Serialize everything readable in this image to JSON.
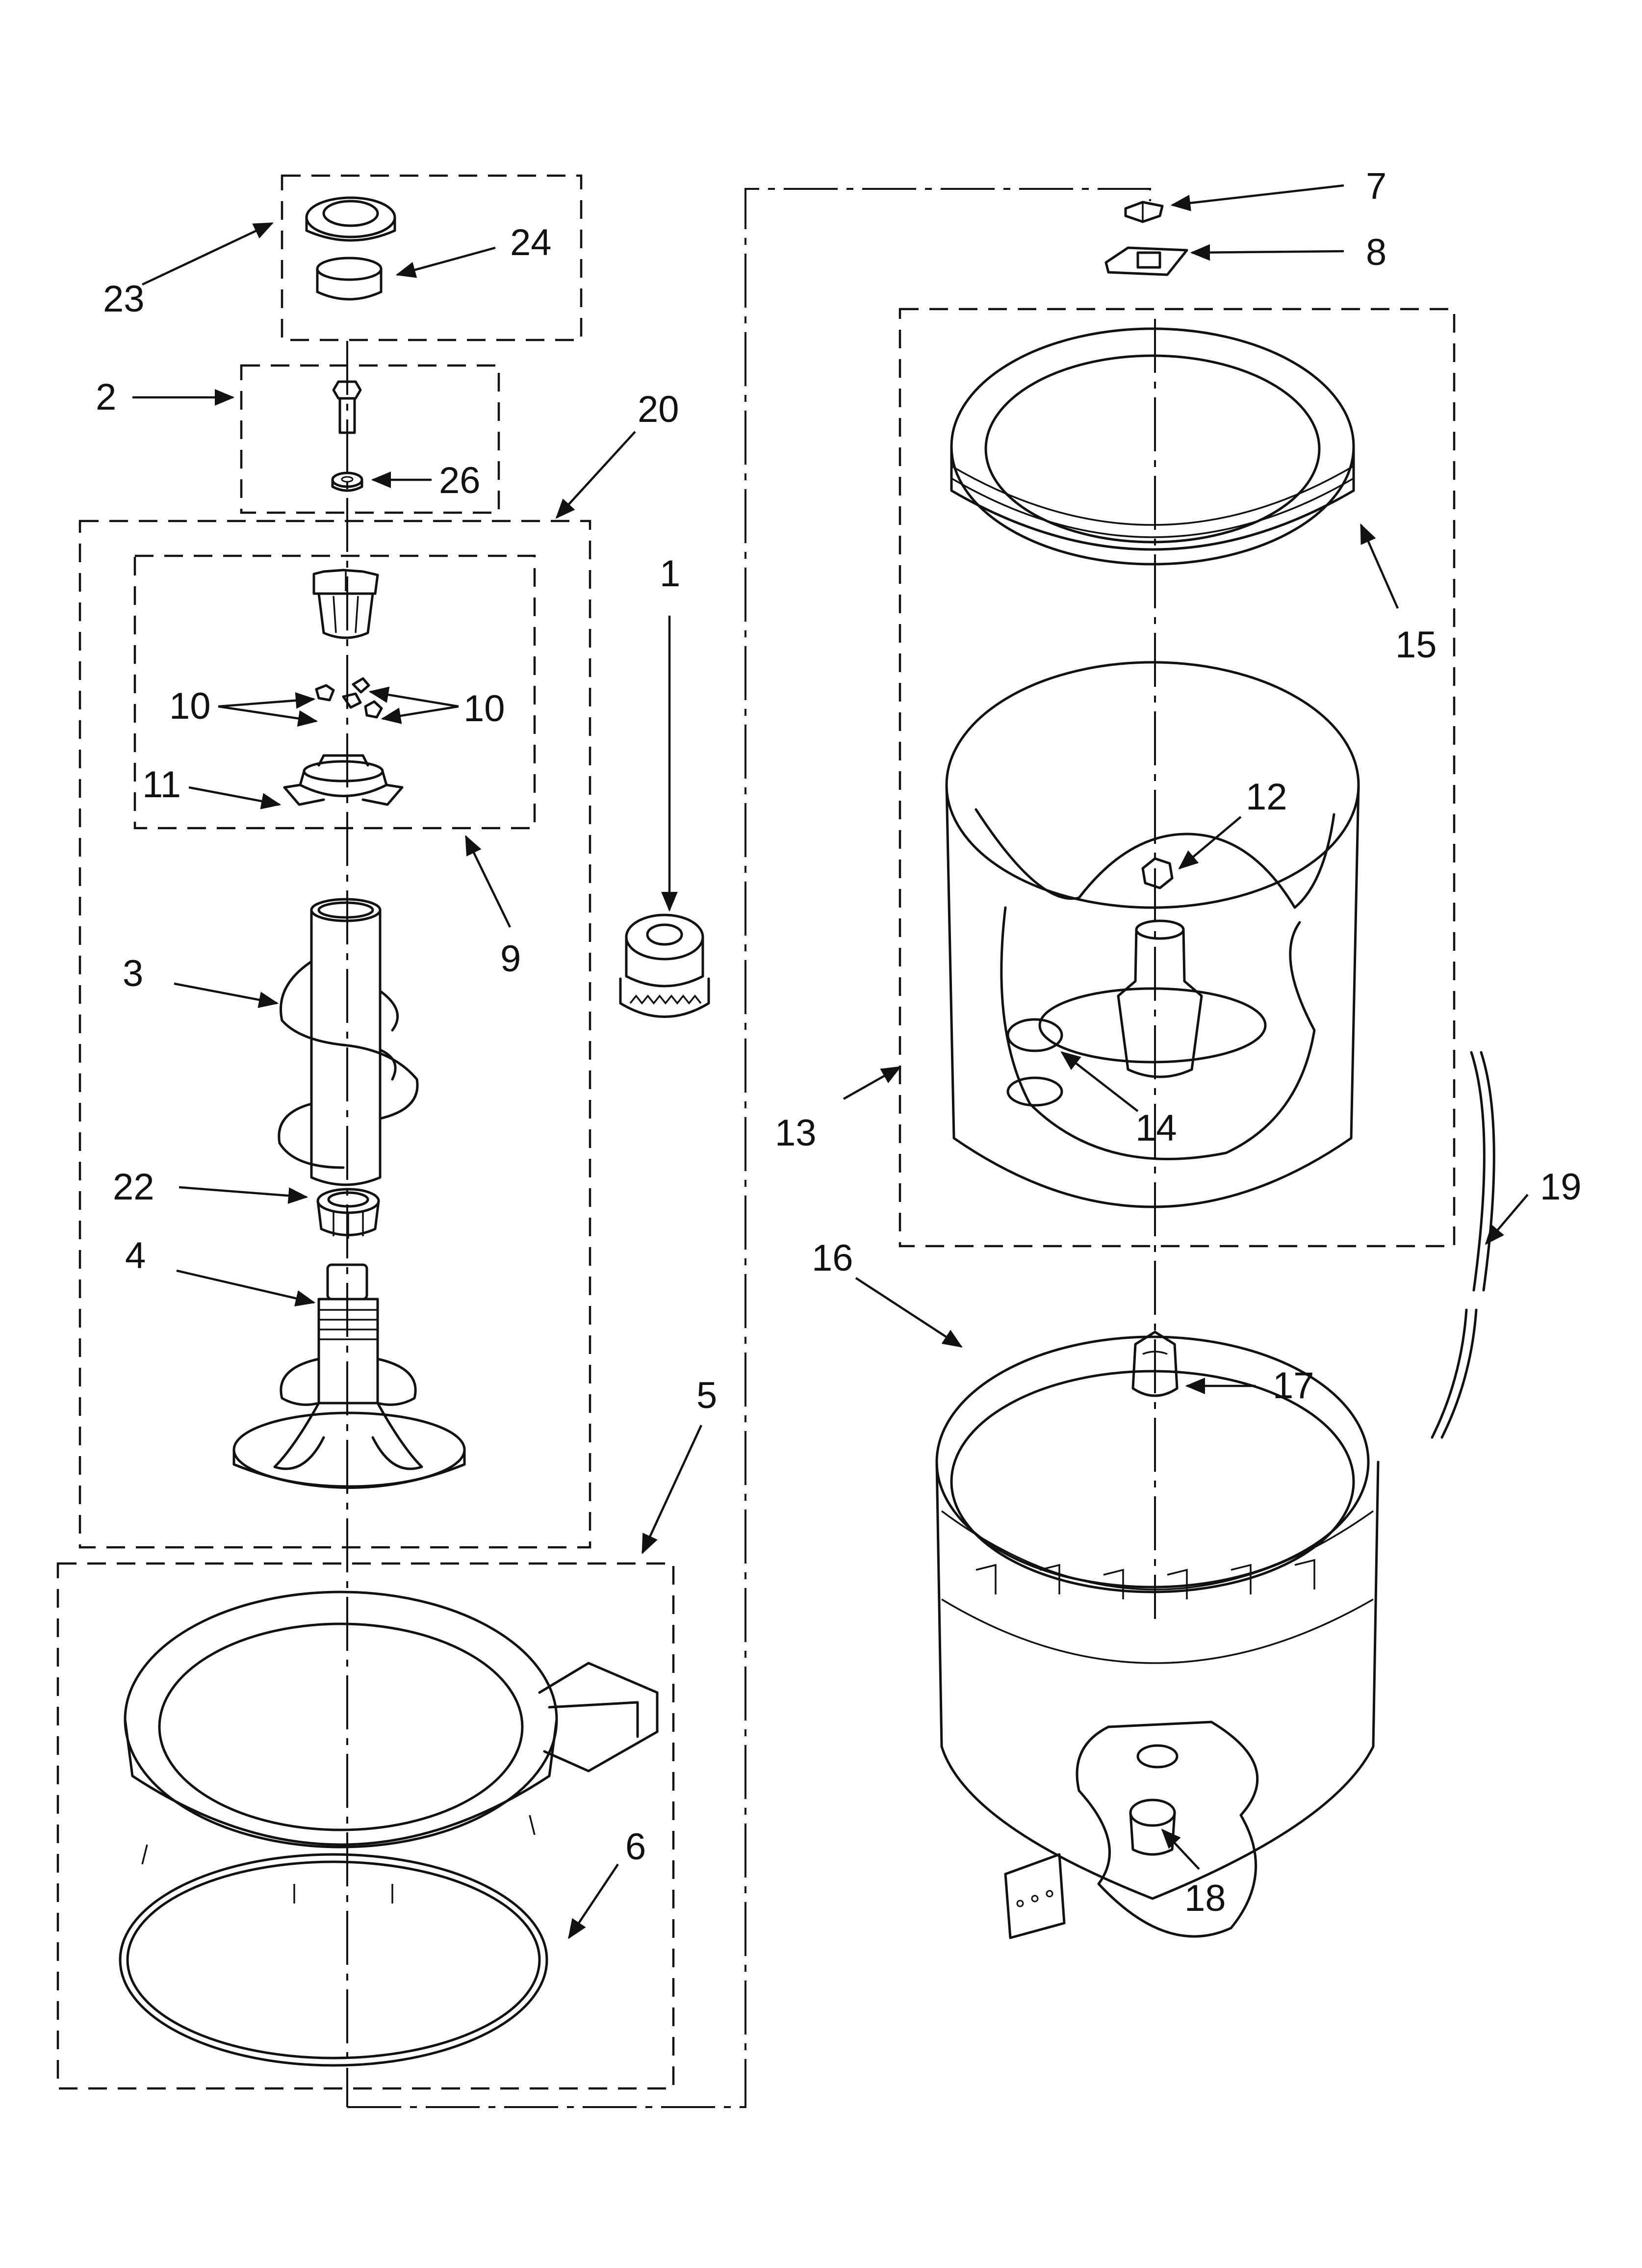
{
  "diagram": {
    "callouts": [
      "1",
      "2",
      "3",
      "4",
      "5",
      "6",
      "7",
      "8",
      "9",
      "10",
      "10",
      "11",
      "12",
      "13",
      "14",
      "15",
      "16",
      "17",
      "18",
      "19",
      "20",
      "22",
      "23",
      "24",
      "26"
    ]
  },
  "colors": {
    "line": "#111111",
    "background": "#ffffff"
  }
}
